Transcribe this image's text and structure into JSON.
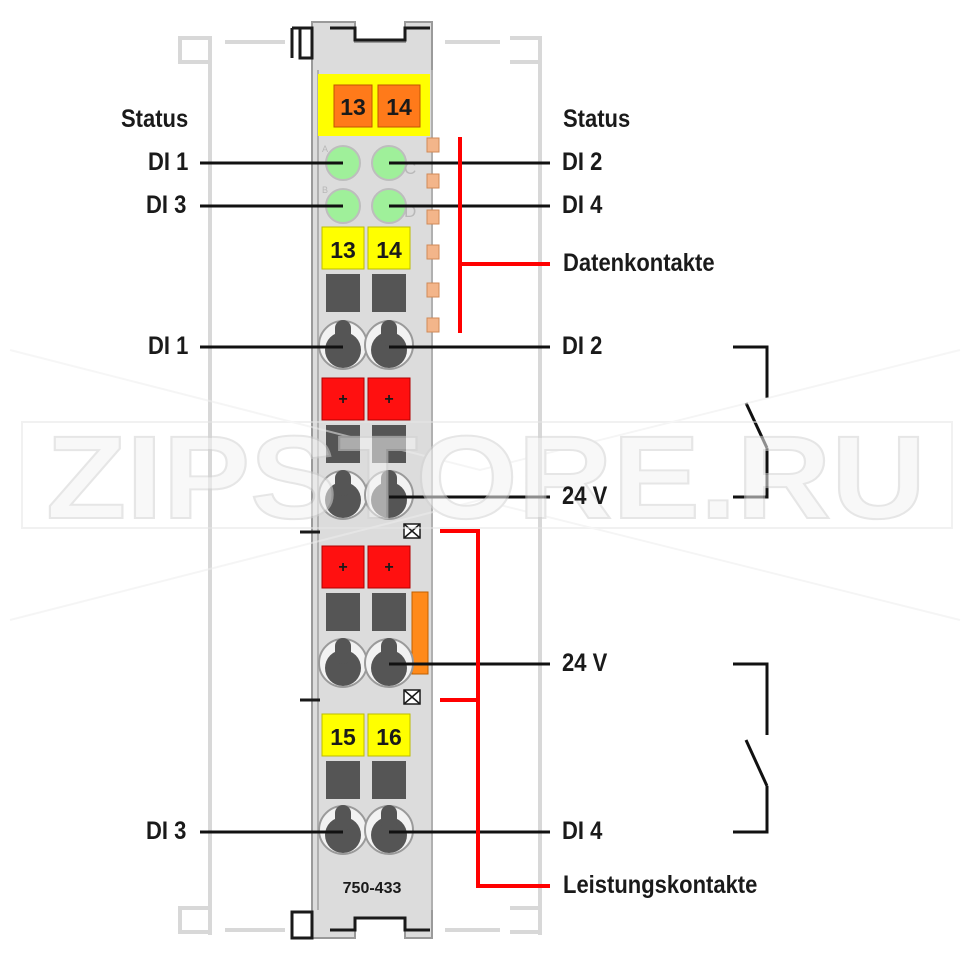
{
  "labels": {
    "status_left": "Status",
    "status_right": "Status",
    "led_di1": "DI 1",
    "led_di2": "DI 2",
    "led_di3": "DI 3",
    "led_di4": "DI 4",
    "data_contacts": "Datenkontakte",
    "term_di1": "DI 1",
    "term_di2": "DI 2",
    "supply_24v_top": "24 V",
    "supply_24v_bottom": "24 V",
    "term_di3": "DI 3",
    "term_di4": "DI 4",
    "power_contacts": "Leistungskontakte"
  },
  "module": {
    "part_number": "750-433",
    "top_marker_left": "13",
    "top_marker_right": "14",
    "led_letters": [
      "A",
      "C",
      "B",
      "D"
    ],
    "marker_13": "13",
    "marker_14": "14",
    "marker_15": "15",
    "marker_16": "16",
    "plus_sign": "+"
  },
  "watermark": "ZIPSTORE.RU",
  "colors": {
    "module_body": "#dcdcdc",
    "marker_yellow": "#ffff00",
    "marker_orange": "#ff7a1a",
    "plus_red": "#ff1010",
    "led_green": "#9ff09a",
    "line_red": "#ff0000",
    "contact_orange": "#f3b58a"
  }
}
